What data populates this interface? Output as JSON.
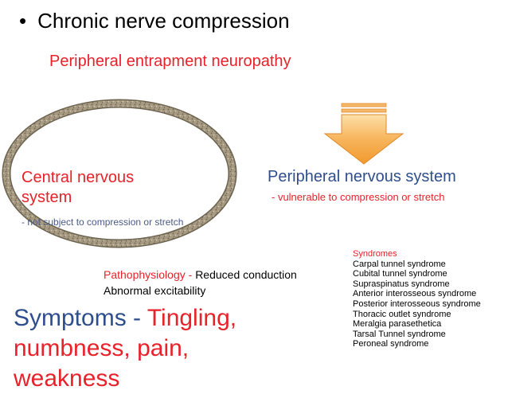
{
  "bullet": {
    "symbol": "•",
    "text": "Chronic nerve compression"
  },
  "subtitle": "Peripheral entrapment neuropathy",
  "central": {
    "title": "Central nervous system",
    "note": "- not subject to compression or stretch"
  },
  "peripheral": {
    "title": "Peripheral nervous system",
    "note": "- vulnerable to compression or stretch"
  },
  "pathophysiology": {
    "label": "Pathophysiology - ",
    "line1": "Reduced conduction",
    "line2": "Abnormal excitability"
  },
  "symptoms": {
    "label": "Symptoms - ",
    "text": "Tingling, numbness, pain, weakness"
  },
  "syndromes": {
    "header": "Syndromes",
    "items": [
      "Carpal tunnel syndrome",
      "Cubital tunnel syndrome",
      "Supraspinatus syndrome",
      "Anterior interosseous syndrome",
      "Posterior interosseous syndrome",
      "Thoracic outlet syndrome",
      "Meralgia parasethetica",
      "Tarsal Tunnel syndrome",
      "Peroneal syndrome"
    ]
  },
  "colors": {
    "red": "#e8212a",
    "blue": "#2f4e8c",
    "arrow_fill": "#f6a543",
    "ring": "#9b8e78"
  }
}
